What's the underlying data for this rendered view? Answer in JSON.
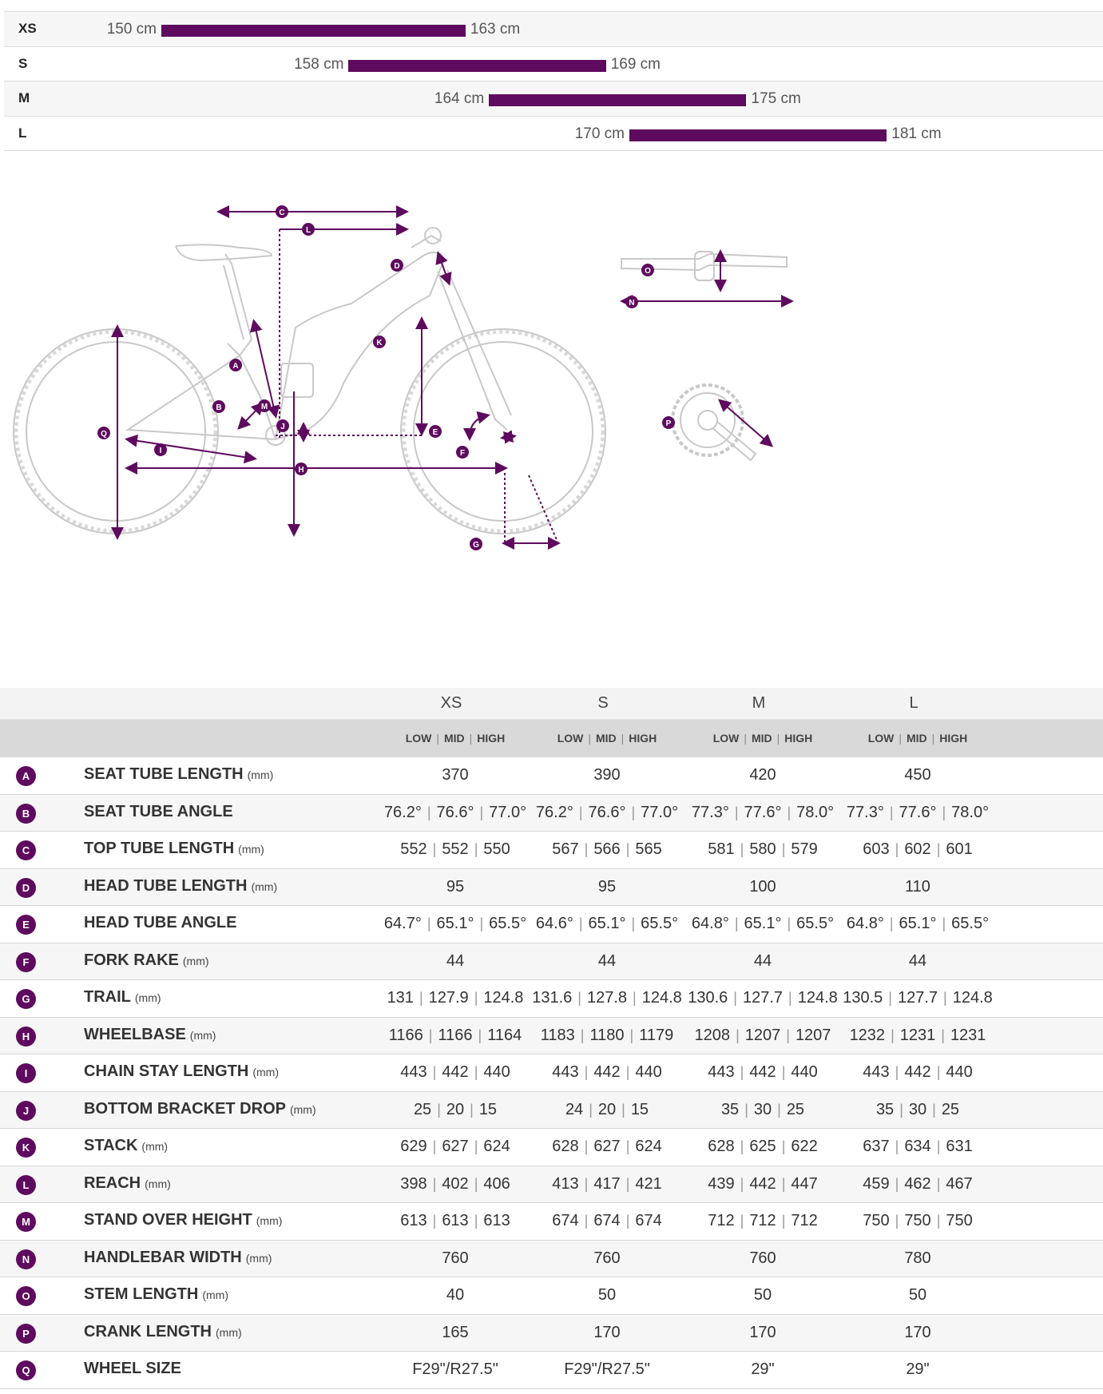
{
  "size_ranges": [
    {
      "size": "XS",
      "min": "150 cm",
      "max": "163 cm",
      "min_cm": 150,
      "max_cm": 163
    },
    {
      "size": "S",
      "min": "158 cm",
      "max": "169 cm",
      "min_cm": 158,
      "max_cm": 169
    },
    {
      "size": "M",
      "min": "164 cm",
      "max": "175 cm",
      "min_cm": 164,
      "max_cm": 175
    },
    {
      "size": "L",
      "min": "170 cm",
      "max": "181 cm",
      "min_cm": 170,
      "max_cm": 181
    }
  ],
  "diagram": {
    "labels": [
      "A",
      "B",
      "C",
      "D",
      "E",
      "F",
      "G",
      "H",
      "I",
      "J",
      "K",
      "L",
      "M",
      "N",
      "O",
      "P",
      "Q"
    ]
  },
  "geometry": {
    "sizes": [
      "XS",
      "S",
      "M",
      "L"
    ],
    "positions": [
      "LOW",
      "MID",
      "HIGH"
    ],
    "rows": [
      {
        "letter": "A",
        "name": "SEAT TUBE LENGTH",
        "unit": "(mm)",
        "values": [
          [
            "370"
          ],
          [
            "390"
          ],
          [
            "420"
          ],
          [
            "450"
          ]
        ]
      },
      {
        "letter": "B",
        "name": "SEAT TUBE ANGLE",
        "unit": "",
        "values": [
          [
            "76.2°",
            "76.6°",
            "77.0°"
          ],
          [
            "76.2°",
            "76.6°",
            "77.0°"
          ],
          [
            "77.3°",
            "77.6°",
            "78.0°"
          ],
          [
            "77.3°",
            "77.6°",
            "78.0°"
          ]
        ]
      },
      {
        "letter": "C",
        "name": "TOP TUBE LENGTH",
        "unit": "(mm)",
        "values": [
          [
            "552",
            "552",
            "550"
          ],
          [
            "567",
            "566",
            "565"
          ],
          [
            "581",
            "580",
            "579"
          ],
          [
            "603",
            "602",
            "601"
          ]
        ]
      },
      {
        "letter": "D",
        "name": "HEAD TUBE LENGTH",
        "unit": "(mm)",
        "values": [
          [
            "95"
          ],
          [
            "95"
          ],
          [
            "100"
          ],
          [
            "110"
          ]
        ]
      },
      {
        "letter": "E",
        "name": "HEAD TUBE ANGLE",
        "unit": "",
        "values": [
          [
            "64.7°",
            "65.1°",
            "65.5°"
          ],
          [
            "64.6°",
            "65.1°",
            "65.5°"
          ],
          [
            "64.8°",
            "65.1°",
            "65.5°"
          ],
          [
            "64.8°",
            "65.1°",
            "65.5°"
          ]
        ]
      },
      {
        "letter": "F",
        "name": "FORK RAKE",
        "unit": "(mm)",
        "values": [
          [
            "44"
          ],
          [
            "44"
          ],
          [
            "44"
          ],
          [
            "44"
          ]
        ]
      },
      {
        "letter": "G",
        "name": "TRAIL",
        "unit": "(mm)",
        "values": [
          [
            "131",
            "127.9",
            "124.8"
          ],
          [
            "131.6",
            "127.8",
            "124.8"
          ],
          [
            "130.6",
            "127.7",
            "124.8"
          ],
          [
            "130.5",
            "127.7",
            "124.8"
          ]
        ]
      },
      {
        "letter": "H",
        "name": "WHEELBASE",
        "unit": "(mm)",
        "values": [
          [
            "1166",
            "1166",
            "1164"
          ],
          [
            "1183",
            "1180",
            "1179"
          ],
          [
            "1208",
            "1207",
            "1207"
          ],
          [
            "1232",
            "1231",
            "1231"
          ]
        ]
      },
      {
        "letter": "I",
        "name": "CHAIN STAY LENGTH",
        "unit": "(mm)",
        "values": [
          [
            "443",
            "442",
            "440"
          ],
          [
            "443",
            "442",
            "440"
          ],
          [
            "443",
            "442",
            "440"
          ],
          [
            "443",
            "442",
            "440"
          ]
        ]
      },
      {
        "letter": "J",
        "name": "BOTTOM BRACKET DROP",
        "unit": "(mm)",
        "values": [
          [
            "25",
            "20",
            "15"
          ],
          [
            "24",
            "20",
            "15"
          ],
          [
            "35",
            "30",
            "25"
          ],
          [
            "35",
            "30",
            "25"
          ]
        ]
      },
      {
        "letter": "K",
        "name": "STACK",
        "unit": "(mm)",
        "values": [
          [
            "629",
            "627",
            "624"
          ],
          [
            "628",
            "627",
            "624"
          ],
          [
            "628",
            "625",
            "622"
          ],
          [
            "637",
            "634",
            "631"
          ]
        ]
      },
      {
        "letter": "L",
        "name": "REACH",
        "unit": "(mm)",
        "values": [
          [
            "398",
            "402",
            "406"
          ],
          [
            "413",
            "417",
            "421"
          ],
          [
            "439",
            "442",
            "447"
          ],
          [
            "459",
            "462",
            "467"
          ]
        ]
      },
      {
        "letter": "M",
        "name": "STAND OVER HEIGHT",
        "unit": "(mm)",
        "values": [
          [
            "613",
            "613",
            "613"
          ],
          [
            "674",
            "674",
            "674"
          ],
          [
            "712",
            "712",
            "712"
          ],
          [
            "750",
            "750",
            "750"
          ]
        ]
      },
      {
        "letter": "N",
        "name": "HANDLEBAR WIDTH",
        "unit": "(mm)",
        "values": [
          [
            "760"
          ],
          [
            "760"
          ],
          [
            "760"
          ],
          [
            "780"
          ]
        ]
      },
      {
        "letter": "O",
        "name": "STEM LENGTH",
        "unit": "(mm)",
        "values": [
          [
            "40"
          ],
          [
            "50"
          ],
          [
            "50"
          ],
          [
            "50"
          ]
        ]
      },
      {
        "letter": "P",
        "name": "CRANK LENGTH",
        "unit": "(mm)",
        "values": [
          [
            "165"
          ],
          [
            "170"
          ],
          [
            "170"
          ],
          [
            "170"
          ]
        ]
      },
      {
        "letter": "Q",
        "name": "WHEEL SIZE",
        "unit": "",
        "values": [
          [
            "F29\"/R27.5\""
          ],
          [
            "F29\"/R27.5\""
          ],
          [
            "29\""
          ],
          [
            "29\""
          ]
        ]
      }
    ]
  },
  "colors": {
    "accent": "#5e0a5e",
    "bike_line": "#c8c8c8"
  }
}
